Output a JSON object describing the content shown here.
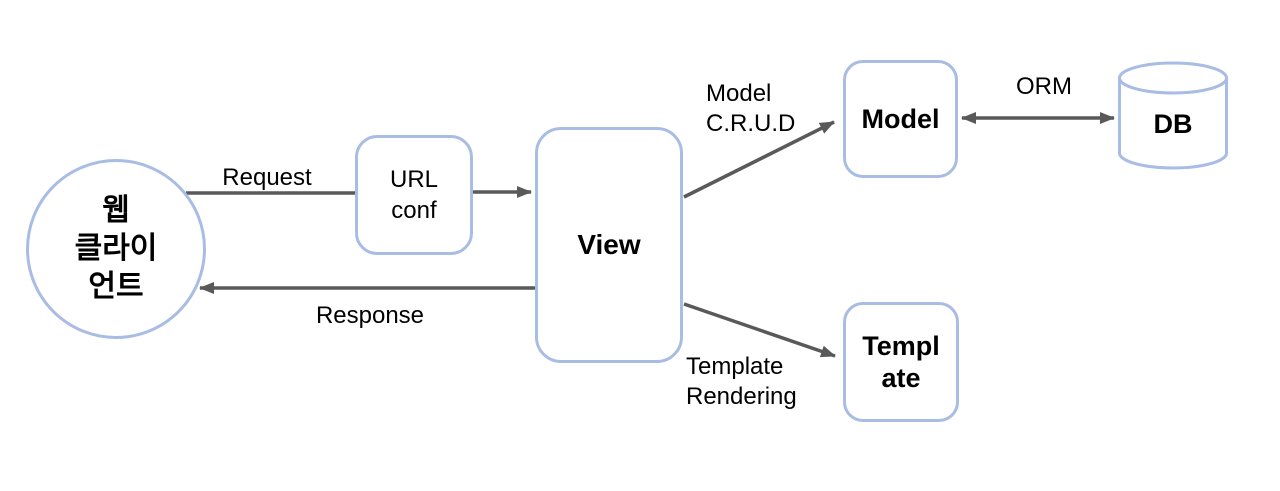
{
  "diagram": {
    "nodes": {
      "client": {
        "label": "웹\n클라이\n언트",
        "shape": "circle"
      },
      "url_conf": {
        "label": "URL\nconf",
        "shape": "rounded-rect"
      },
      "view": {
        "label": "View",
        "shape": "rounded-rect"
      },
      "model": {
        "label": "Model",
        "shape": "rounded-rect"
      },
      "template": {
        "label": "Templ\nate",
        "shape": "rounded-rect"
      },
      "db": {
        "label": "DB",
        "shape": "cylinder"
      }
    },
    "edges": {
      "request": {
        "label": "Request",
        "from": "client",
        "to": "url_conf"
      },
      "url_to_view": {
        "label": "",
        "from": "url_conf",
        "to": "view"
      },
      "response": {
        "label": "Response",
        "from": "view",
        "to": "client"
      },
      "model_crud": {
        "label": "Model\nC.R.U.D",
        "from": "view",
        "to": "model"
      },
      "orm": {
        "label": "ORM",
        "from": "model",
        "to": "db",
        "bidirectional": true
      },
      "template_rendering": {
        "label": "Template\nRendering",
        "from": "view",
        "to": "template"
      }
    },
    "colors": {
      "node_border": "#a8bce4",
      "node_fill": "#ffffff",
      "arrow": "#595959",
      "text": "#000000",
      "background": "#ffffff"
    }
  }
}
